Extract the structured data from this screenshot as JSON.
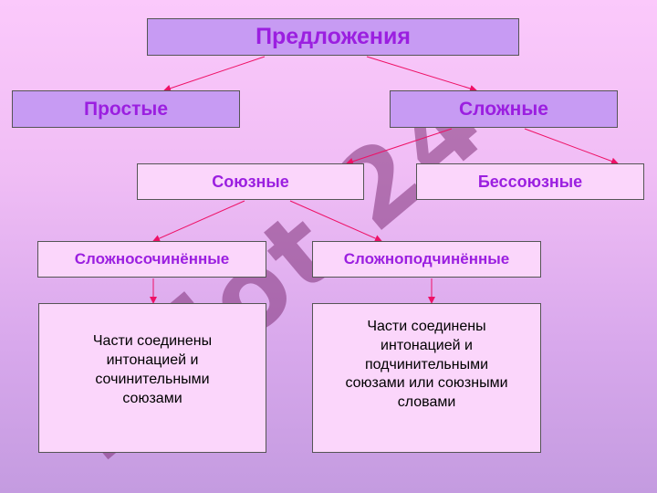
{
  "diagram": {
    "title": "Предложения",
    "level1": {
      "simple": "Простые",
      "complex": "Сложные"
    },
    "level2": {
      "union": "Союзные",
      "nonunion": "Бессоюзные"
    },
    "level3": {
      "coordinate": "Сложносочинённые",
      "subordinate": "Сложноподчинённые"
    },
    "descriptions": {
      "coordinate": "Части соединены\nинтонацией и\nсочинительными\nсоюзами",
      "subordinate": "Части соединены\nинтонацией и\nподчинительными\nсоюзами или союзными\nсловами"
    }
  },
  "watermark": "Lujot 24",
  "colors": {
    "arrow": "#ee1166",
    "header_box": "#c79bf3",
    "sub_box": "#fbd6fb",
    "heading_text": "#9b1fe0"
  }
}
